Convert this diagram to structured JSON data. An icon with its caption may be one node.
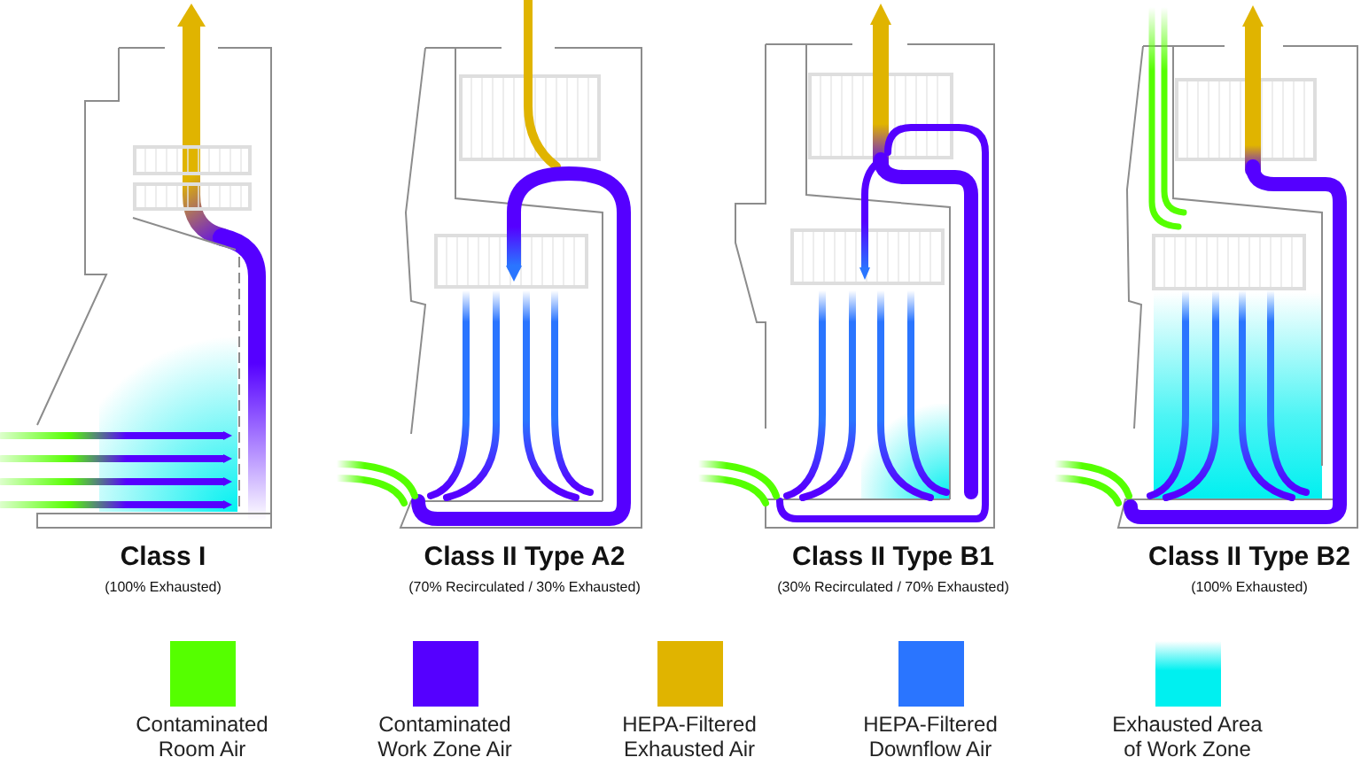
{
  "diagram": {
    "labels": [
      "Class I",
      "(100% Exhausted)",
      "Class II Type A2",
      "(70% Recirculated / 30% Exhausted)",
      "Class II Type B1",
      "(30% Recirculated / 70% Exhausted)",
      "Class II Type B2",
      "(100% Exhausted)"
    ],
    "legend": [
      {
        "text": "Contaminated Room Air",
        "color": "#55ff00"
      },
      {
        "text": "Contaminated Work Zone Air",
        "color": "#5500ff"
      },
      {
        "text": "HEPA-Filtered Exhausted Air",
        "color": "#e0b400"
      },
      {
        "text": "HEPA-Filtered Downflow Air",
        "color": "#2a75ff"
      },
      {
        "text": "Exhausted Area of Work Zone",
        "color": "#00f0f0"
      }
    ]
  }
}
